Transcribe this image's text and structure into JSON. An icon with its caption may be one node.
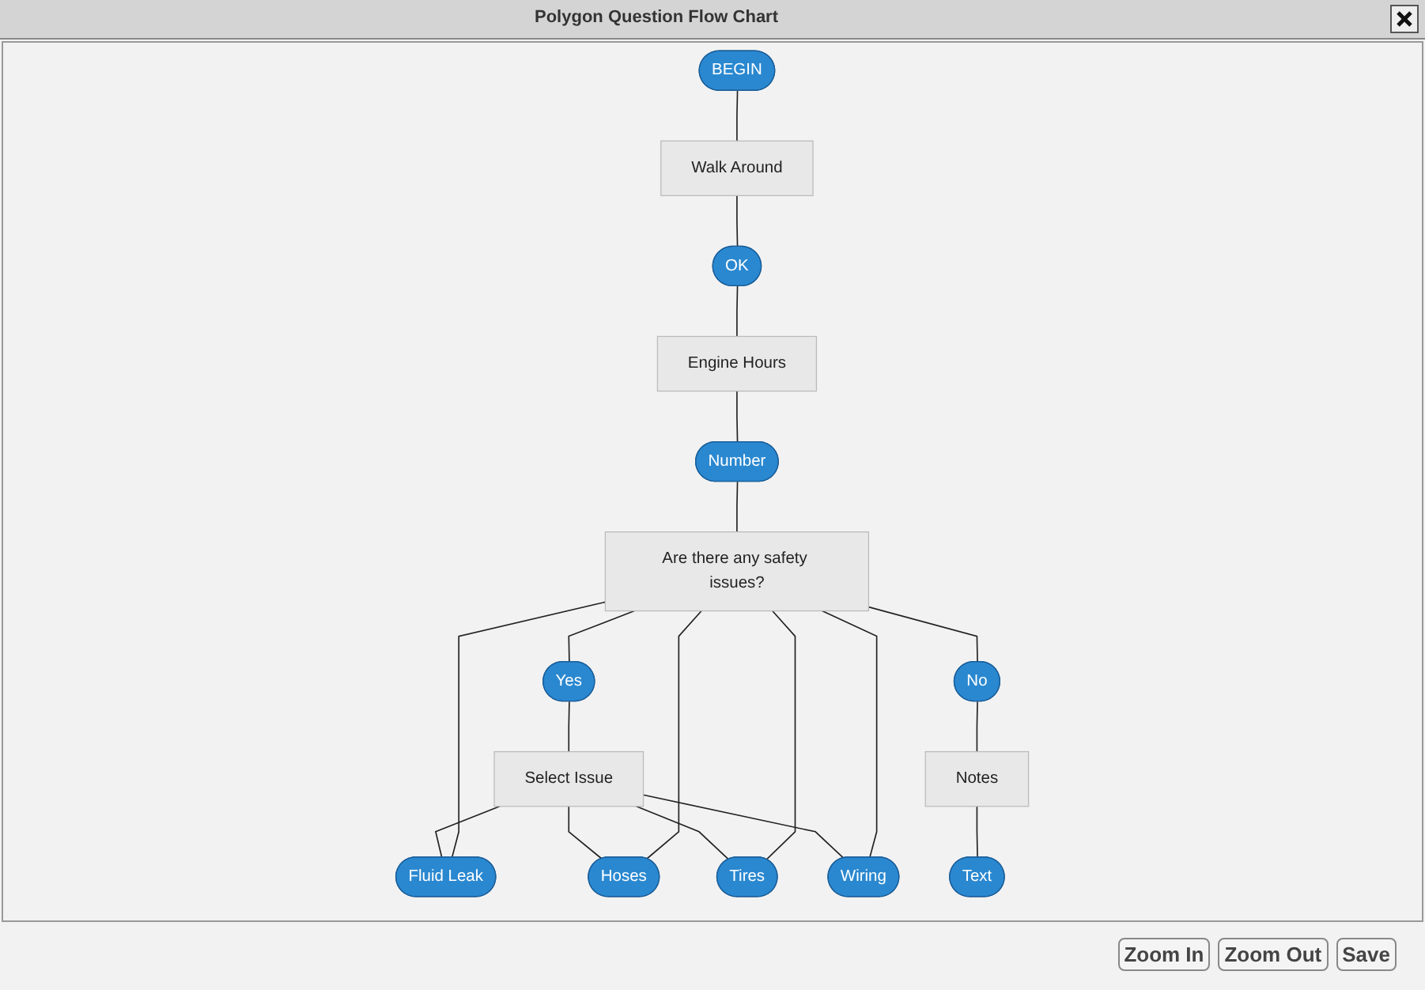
{
  "diagram": {
    "title": "Polygon Question Flow Chart",
    "nodes": [
      {
        "text": [
          "BEGIN"
        ]
      },
      {
        "text": [
          "Walk Around"
        ]
      },
      {
        "text": [
          "OK"
        ]
      },
      {
        "text": [
          "Engine Hours"
        ]
      },
      {
        "text": [
          "Number"
        ]
      },
      {
        "text": [
          "Are there any safety issues?"
        ]
      },
      {
        "text": [
          "Yes"
        ]
      },
      {
        "text": [
          "No"
        ]
      },
      {
        "text": [
          "Select Issue"
        ]
      },
      {
        "text": [
          "Notes"
        ]
      },
      {
        "text": [
          "Fluid Leak"
        ]
      },
      {
        "text": [
          "Hoses"
        ]
      },
      {
        "text": [
          "Tires"
        ]
      },
      {
        "text": [
          "Wiring"
        ]
      },
      {
        "text": [
          "Text"
        ]
      }
    ],
    "edges": [
      {
        "from": 0,
        "to": 1,
        "arrow": "none"
      },
      {
        "from": 1,
        "to": 2,
        "arrow": "none"
      },
      {
        "from": 2,
        "to": 3,
        "arrow": "none"
      },
      {
        "from": 3,
        "to": 4,
        "arrow": "none"
      },
      {
        "from": 4,
        "to": 5,
        "arrow": "none"
      },
      {
        "from": 5,
        "to": 6,
        "arrow": "none"
      },
      {
        "from": 5,
        "to": 7,
        "arrow": "none"
      },
      {
        "from": 6,
        "to": 8,
        "arrow": "none"
      },
      {
        "from": 7,
        "to": 9,
        "arrow": "none"
      },
      {
        "from": 8,
        "to": 10,
        "arrow": "none"
      },
      {
        "from": 8,
        "to": 11,
        "arrow": "none"
      },
      {
        "from": 8,
        "to": 12,
        "arrow": "none"
      },
      {
        "from": 8,
        "to": 13,
        "arrow": "none"
      },
      {
        "from": 9,
        "to": 14,
        "arrow": "none"
      },
      {
        "from": 5,
        "to": 10,
        "arrow": "none"
      },
      {
        "from": 5,
        "to": 11,
        "arrow": "none"
      },
      {
        "from": 5,
        "to": 12,
        "arrow": "none"
      },
      {
        "from": 5,
        "to": 13,
        "arrow": "none"
      }
    ],
    "labels": [
      "Zoom In",
      "Zoom Out",
      "Save"
    ]
  }
}
